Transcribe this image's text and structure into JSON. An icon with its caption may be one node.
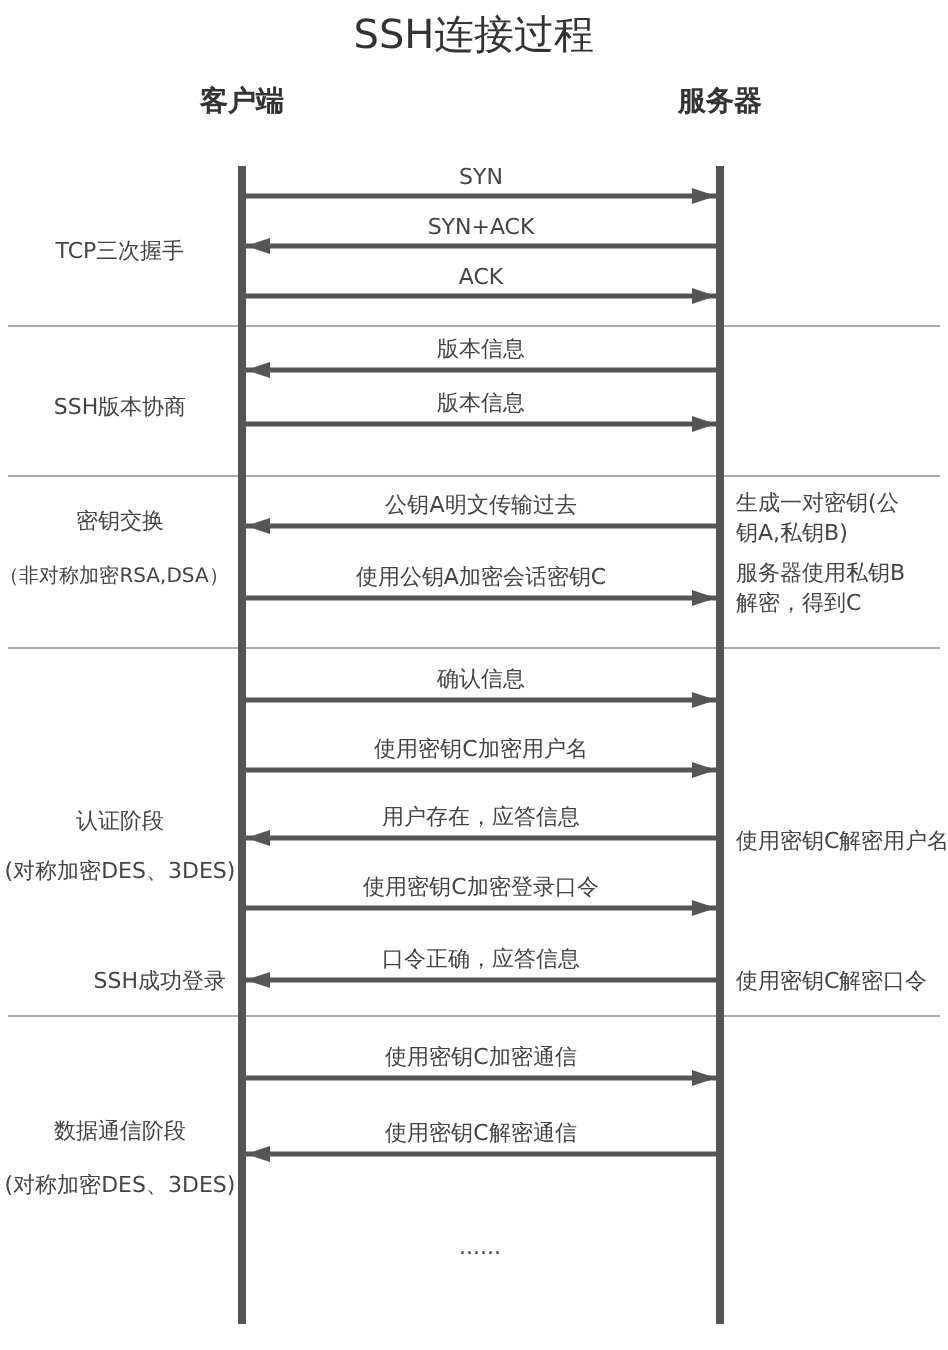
{
  "diagram": {
    "title": "SSH连接过程",
    "nodes": [
      {
        "text": [
          "客户端"
        ]
      },
      {
        "text": [
          "服务器"
        ]
      }
    ],
    "edges": [
      {
        "from": 0,
        "to": 1,
        "label": "SYN",
        "arrow": "to"
      },
      {
        "from": 1,
        "to": 0,
        "label": "SYN+ACK",
        "arrow": "to"
      },
      {
        "from": 0,
        "to": 1,
        "label": "ACK",
        "arrow": "to"
      },
      {
        "from": 1,
        "to": 0,
        "label": "版本信息",
        "arrow": "to"
      },
      {
        "from": 0,
        "to": 1,
        "label": "版本信息",
        "arrow": "to"
      },
      {
        "from": 1,
        "to": 0,
        "label": "公钥A明文传输过去",
        "arrow": "to"
      },
      {
        "from": 0,
        "to": 1,
        "label": "使用公钥A加密会话密钥C",
        "arrow": "to"
      },
      {
        "from": 0,
        "to": 1,
        "label": "确认信息",
        "arrow": "to"
      },
      {
        "from": 0,
        "to": 1,
        "label": "使用密钥C加密用户名",
        "arrow": "to"
      },
      {
        "from": 1,
        "to": 0,
        "label": "用户存在，应答信息",
        "arrow": "to"
      },
      {
        "from": 0,
        "to": 1,
        "label": "使用密钥C加密登录口令",
        "arrow": "to"
      },
      {
        "from": 1,
        "to": 0,
        "label": "口令正确，应答信息",
        "arrow": "to"
      },
      {
        "from": 0,
        "to": 1,
        "label": "使用密钥C加密通信",
        "arrow": "to"
      },
      {
        "from": 1,
        "to": 0,
        "label": "使用密钥C解密通信",
        "arrow": "to"
      }
    ],
    "labels": [
      "TCP三次握手",
      "SSH版本协商",
      "密钥交换",
      "（非对称加密RSA,DSA）",
      "生成一对密钥(公钥A,私钥B)",
      "服务器使用私钥B解密，得到C",
      "认证阶段",
      "(对称加密DES、3DES)",
      "使用密钥C解密用户名",
      "SSH成功登录",
      "使用密钥C解密口令",
      "数据通信阶段",
      "(对称加密DES、3DES)",
      "......"
    ]
  }
}
